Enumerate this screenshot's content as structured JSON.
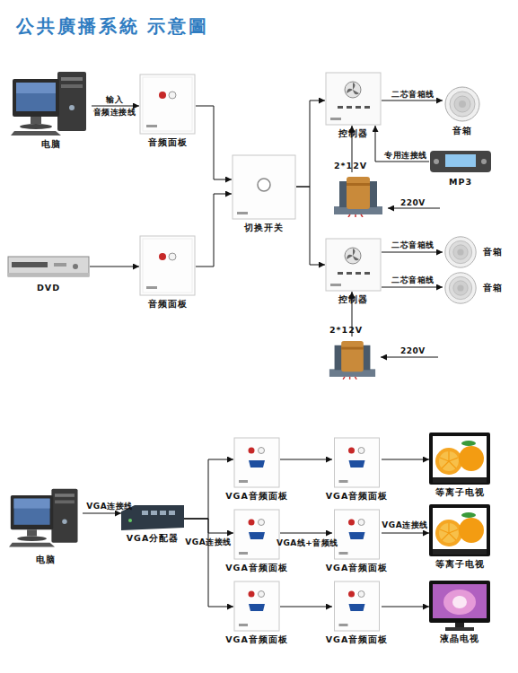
{
  "diagram": {
    "title": "公共廣播系統 示意圖",
    "nodes": [
      {
        "text": [
          "电脑"
        ]
      },
      {
        "text": [
          "音频面板"
        ]
      },
      {
        "text": [
          "DVD"
        ]
      },
      {
        "text": [
          "音频面板"
        ]
      },
      {
        "text": [
          "切换开关"
        ]
      },
      {
        "text": [
          "控制器"
        ]
      },
      {
        "text": [
          "音箱"
        ]
      },
      {
        "text": [
          "MP3"
        ]
      },
      {
        "text": [
          "2*12V"
        ]
      },
      {
        "text": [
          "控制器"
        ]
      },
      {
        "text": [
          "音箱"
        ]
      },
      {
        "text": [
          "音箱"
        ]
      },
      {
        "text": [
          "2*12V"
        ]
      },
      {
        "text": [
          "电脑"
        ]
      },
      {
        "text": [
          "VGA分配器"
        ]
      },
      {
        "text": [
          "VGA音频面板"
        ]
      },
      {
        "text": [
          "VGA音频面板"
        ]
      },
      {
        "text": [
          "等离子电视"
        ]
      },
      {
        "text": [
          "VGA音频面板"
        ]
      },
      {
        "text": [
          "VGA音频面板"
        ]
      },
      {
        "text": [
          "等离子电视"
        ]
      },
      {
        "text": [
          "VGA音频面板"
        ]
      },
      {
        "text": [
          "VGA音频面板"
        ]
      },
      {
        "text": [
          "液晶电视"
        ]
      }
    ],
    "edges": [
      {
        "from": 0,
        "to": 1,
        "label": "输入 音频连接线",
        "arrow": "to"
      },
      {
        "from": 2,
        "to": 3,
        "arrow": "to"
      },
      {
        "from": 1,
        "to": 4,
        "arrow": "to"
      },
      {
        "from": 3,
        "to": 4,
        "arrow": "to"
      },
      {
        "from": 4,
        "to": 5,
        "arrow": "to"
      },
      {
        "from": 4,
        "to": 9,
        "arrow": "to"
      },
      {
        "from": 5,
        "to": 6,
        "label": "二芯音箱线",
        "arrow": "to"
      },
      {
        "from": 7,
        "to": 5,
        "label": "专用连接线",
        "arrow": "to"
      },
      {
        "from": 8,
        "to": 5,
        "arrow": "to"
      },
      {
        "from": 9,
        "to": 10,
        "label": "二芯音箱线",
        "arrow": "to"
      },
      {
        "from": 9,
        "to": 11,
        "label": "二芯音箱线",
        "arrow": "to"
      },
      {
        "from": 12,
        "to": 9,
        "arrow": "to"
      },
      {
        "from": 13,
        "to": 14,
        "label": "VGA连接线",
        "arrow": "to"
      },
      {
        "from": 14,
        "to": 15,
        "arrow": "to"
      },
      {
        "from": 14,
        "to": 18,
        "label": "VGA连接线",
        "arrow": "to"
      },
      {
        "from": 14,
        "to": 21,
        "arrow": "to"
      },
      {
        "from": 15,
        "to": 16,
        "arrow": "to"
      },
      {
        "from": 16,
        "to": 17,
        "arrow": "to"
      },
      {
        "from": 18,
        "to": 19,
        "label": "VGA线+音频线",
        "arrow": "to"
      },
      {
        "from": 19,
        "to": 20,
        "label": "VGA连接线",
        "arrow": "to"
      },
      {
        "from": 21,
        "to": 22,
        "arrow": "to"
      },
      {
        "from": 22,
        "to": 23,
        "arrow": "to"
      }
    ],
    "labels": [
      "220V",
      "220V"
    ]
  }
}
